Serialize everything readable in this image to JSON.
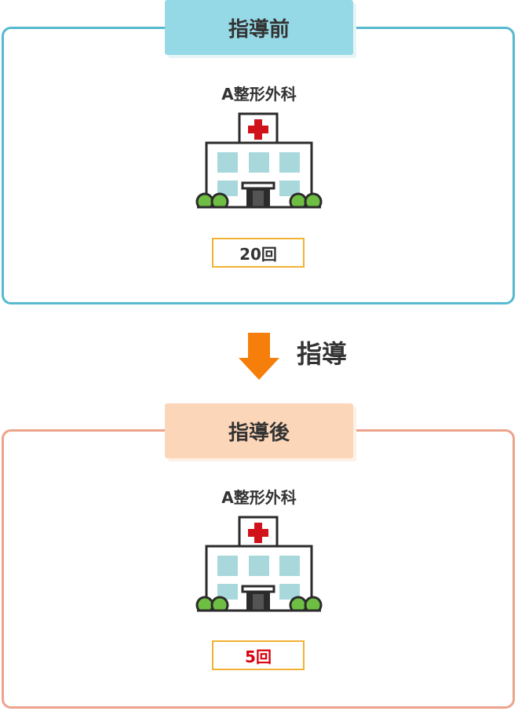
{
  "before": {
    "tab_label": "指導前",
    "clinic_name": "A整形外科",
    "count": "20回",
    "border_color": "#56b9cf",
    "tab_color": "#96d9e6"
  },
  "step": {
    "label": "指導",
    "arrow_color": "#f57f0a"
  },
  "after": {
    "tab_label": "指導後",
    "clinic_name": "A整形外科",
    "count": "5回",
    "count_color": "#d8000d",
    "border_color": "#eda38b",
    "tab_color": "#fcd6b9"
  },
  "icons": {
    "building": "hospital-building-icon",
    "cross": "red-cross-icon",
    "arrow": "arrow-down-icon"
  }
}
